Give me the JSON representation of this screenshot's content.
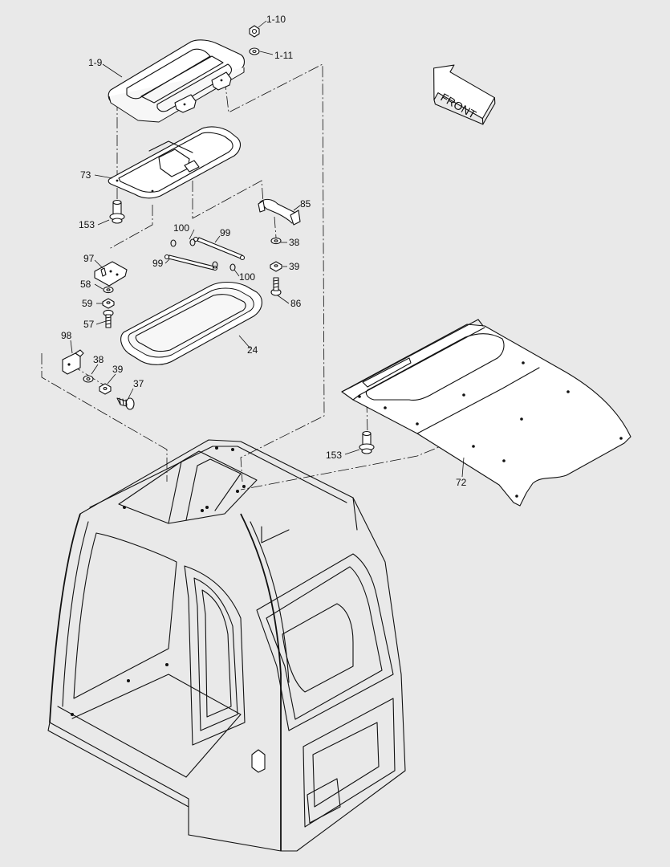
{
  "labels": {
    "p1_10": "1-10",
    "p1_11": "1-11",
    "p1_9": "1-9",
    "p73": "73",
    "p153a": "153",
    "p85": "85",
    "p100a": "100",
    "p99a": "99",
    "p97": "97",
    "p99b": "99",
    "p100b": "100",
    "p38a": "38",
    "p39a": "39",
    "p58": "58",
    "p59": "59",
    "p57": "57",
    "p86": "86",
    "p24": "24",
    "p98": "98",
    "p38b": "38",
    "p39b": "39",
    "p37": "37",
    "p153b": "153",
    "p72": "72"
  },
  "front_arrow": "FRONT",
  "icons": [
    "front-direction-arrow-icon"
  ]
}
